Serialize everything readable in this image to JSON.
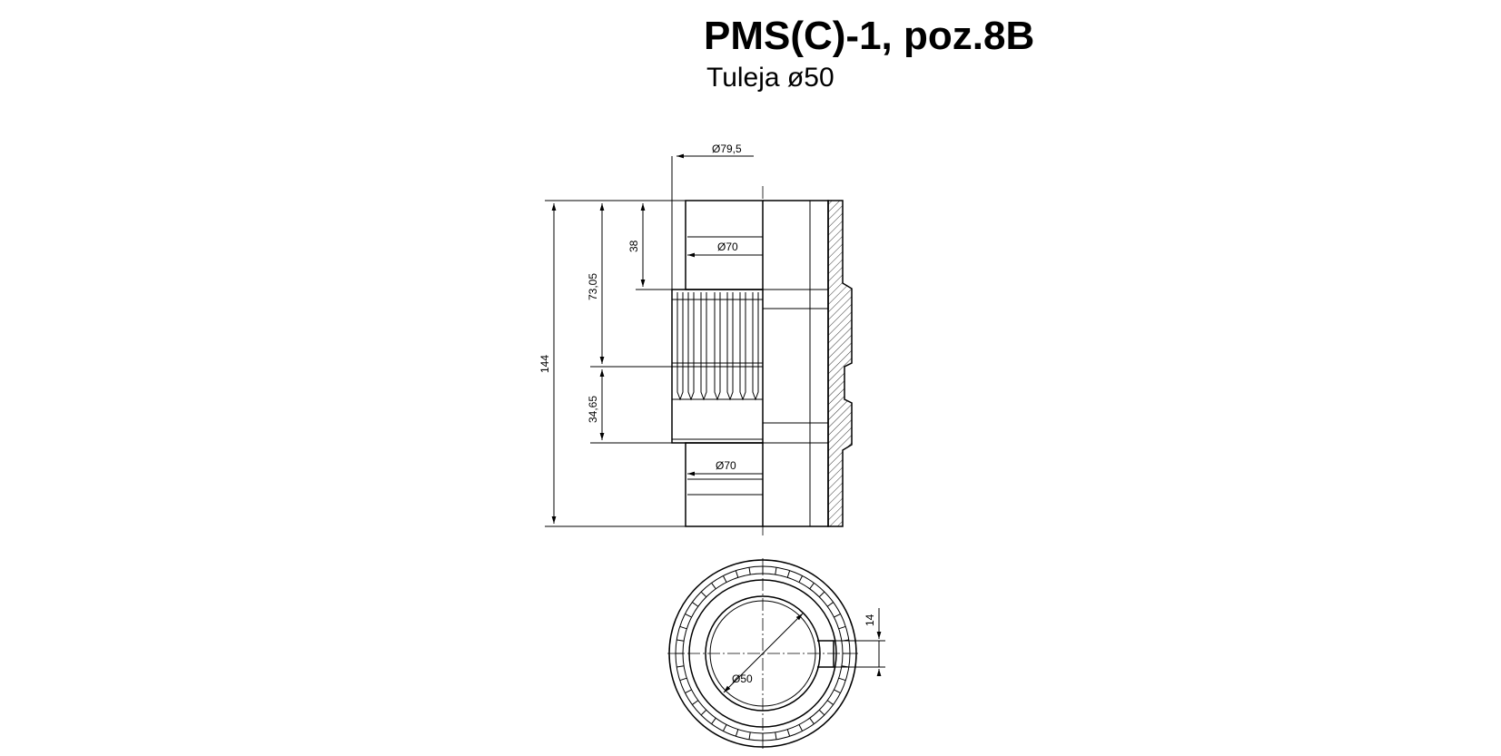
{
  "header": {
    "title": "PMS(C)-1, poz.8B",
    "subtitle": "Tuleja ø50"
  },
  "dimensions": {
    "outer_diameter": "Ø79,5",
    "bore_top": "Ø70",
    "bore_bottom": "Ø70",
    "top_depth": "38",
    "spline_position": "73,05",
    "spline_length": "34,65",
    "overall_length": "144",
    "key_width": "14",
    "inner_diameter": "Ø50"
  }
}
